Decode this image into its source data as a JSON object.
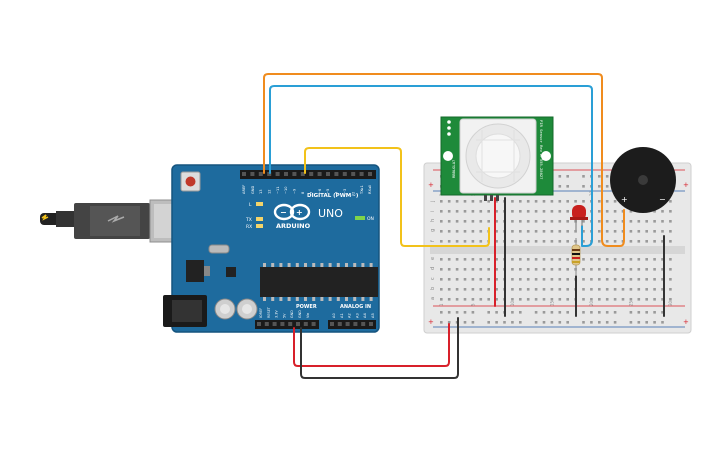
{
  "board": {
    "brand": "ARDUINO",
    "model": "UNO",
    "on_label": "ON",
    "tx_label": "TX",
    "rx_label": "RX",
    "l_label": "L",
    "digital_label": "DIGITAL (PWM~)",
    "aref_label": "AREF",
    "gnd_label": "GND",
    "power_label": "POWER",
    "analog_label": "ANALOG IN",
    "digital_pins": [
      "13",
      "12",
      "~11",
      "~10",
      "~9",
      "8",
      "7",
      "~6",
      "~5",
      "4",
      "~3",
      "2",
      "TX▸1",
      "RX◂0"
    ],
    "power_pins": [
      "IOREF",
      "RESET",
      "3.3V",
      "5V",
      "GND",
      "GND",
      "Vin"
    ],
    "analog_pins": [
      "A0",
      "A1",
      "A2",
      "A3",
      "A4",
      "A5"
    ]
  },
  "pir": {
    "left_text": "RBBLGLA7",
    "right_text": "PIR Sensor Rev B  555-28027"
  },
  "breadboard": {
    "row_letters_top": [
      "j",
      "i",
      "h",
      "g",
      "f"
    ],
    "row_letters_bottom": [
      "e",
      "d",
      "c",
      "b",
      "a"
    ],
    "col_numbers": [
      "1",
      "5",
      "10",
      "15",
      "20",
      "25",
      "30"
    ]
  },
  "buzzer": {
    "plus": "+",
    "minus": "−"
  },
  "colors": {
    "board": "#1e6b9e",
    "breadboard": "#e8e8e8",
    "pir_pcb": "#1e8a3a",
    "wire_orange": "#f08c1e",
    "wire_blue": "#2a9fd6",
    "wire_yellow": "#f2c21a",
    "wire_red": "#d8202a",
    "wire_black": "#333333",
    "led": "#c8201e"
  }
}
